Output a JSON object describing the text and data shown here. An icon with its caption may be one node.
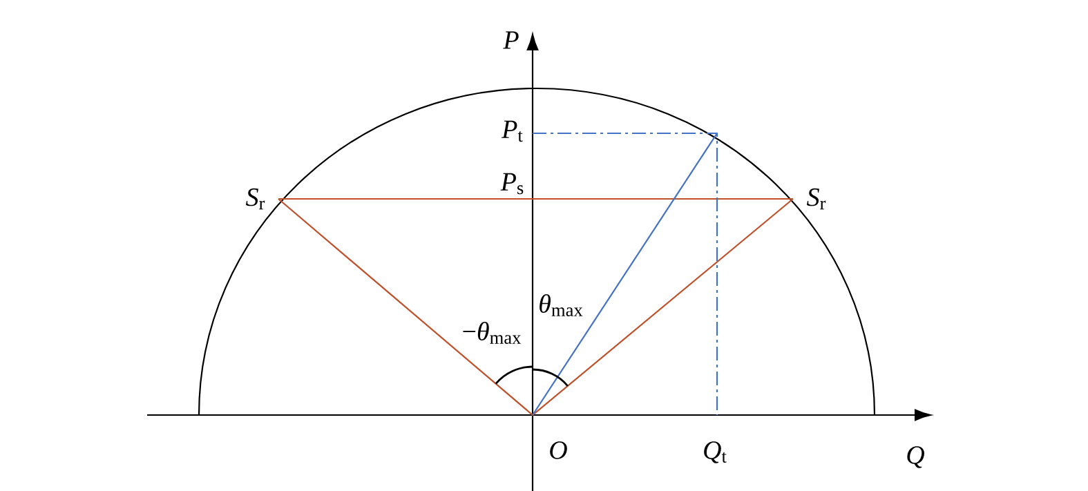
{
  "diagram": {
    "labels": [
      "P",
      "*P*$_{t}$",
      "*P*$_{s}$",
      "*S*$_{r}$",
      "*S*$_{r}$",
      "*θ*$_{max}$",
      "−*θ*$_{max}$",
      "O",
      "*Q*$_{t}$",
      "Q"
    ]
  }
}
